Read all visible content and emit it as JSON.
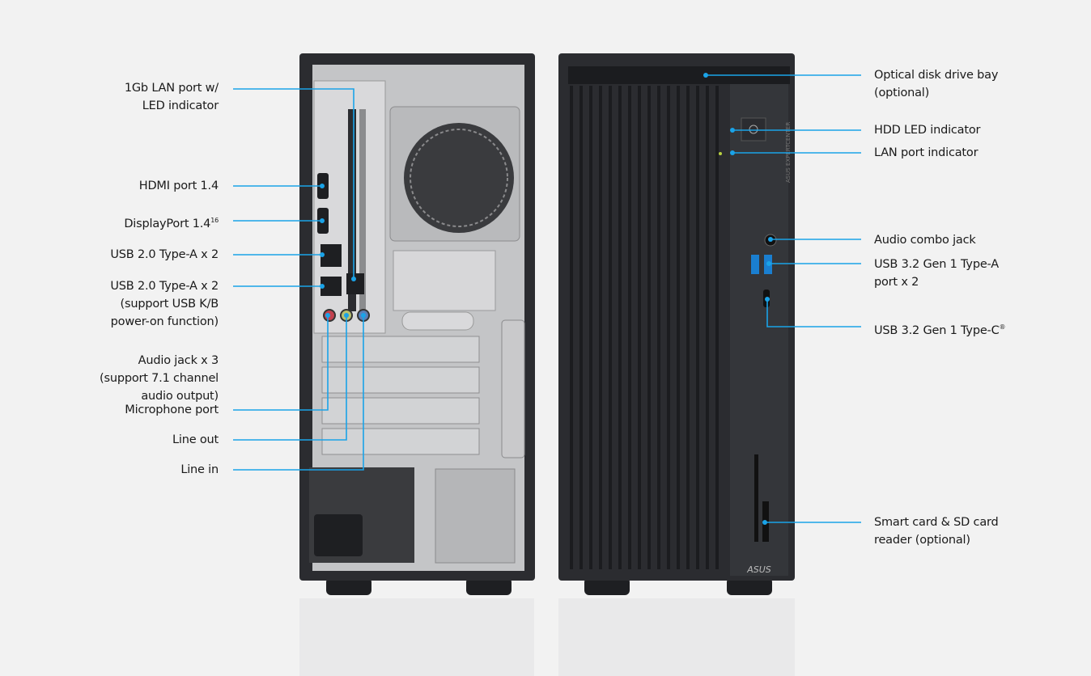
{
  "colors": {
    "background": "#f2f2f2",
    "callout_line": "#1aa3e8",
    "chassis": "#2b2c30",
    "panel": "#c9c9cb"
  },
  "rear_labels": [
    {
      "lines": [
        "1Gb LAN port w/",
        "LED indicator"
      ]
    },
    {
      "lines": [
        "HDMI port 1.4"
      ]
    },
    {
      "lines": [
        "DisplayPort 1.4"
      ],
      "sup": "16"
    },
    {
      "lines": [
        "USB 2.0 Type-A x 2"
      ]
    },
    {
      "lines": [
        "USB 2.0 Type-A x 2",
        "(support USB K/B",
        "power-on function)"
      ]
    },
    {
      "lines": [
        "Audio jack x 3",
        "(support 7.1 channel",
        "audio output)"
      ]
    },
    {
      "lines": [
        "Microphone port"
      ]
    },
    {
      "lines": [
        "Line out"
      ]
    },
    {
      "lines": [
        "Line in"
      ]
    }
  ],
  "front_labels": [
    {
      "lines": [
        "Optical disk drive bay",
        "(optional)"
      ]
    },
    {
      "lines": [
        "HDD LED indicator"
      ]
    },
    {
      "lines": [
        "LAN port indicator"
      ]
    },
    {
      "lines": [
        "Audio combo jack"
      ]
    },
    {
      "lines": [
        "USB 3.2 Gen 1 Type-A",
        "port x 2"
      ]
    },
    {
      "lines": [
        "USB 3.2 Gen 1 Type-C"
      ],
      "sup": "®"
    },
    {
      "lines": [
        "Smart card & SD card",
        "reader (optional)"
      ]
    }
  ],
  "logo_text": "ASUS",
  "side_brand_text": "ASUS EXPERTCENTER"
}
